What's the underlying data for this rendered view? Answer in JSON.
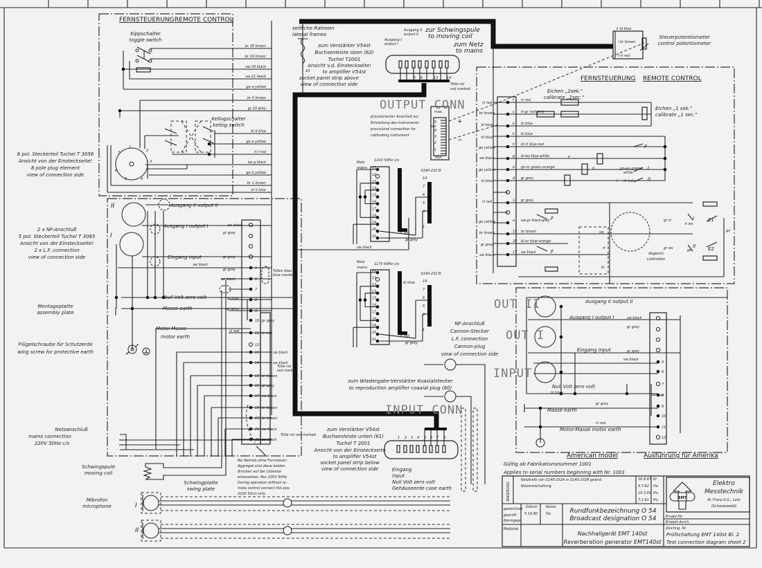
{
  "remote_left": {
    "title_de": "FERNSTEUERUNG",
    "title_en": "REMOTE CONTROL",
    "toggle_de": "Kippschalter",
    "toggle_en": "toggle switch",
    "kellog_de": "Kellogschalter",
    "kellog_en": "kellog switch",
    "wires": [
      "br 18 brown",
      "br 19 brown",
      "sw 20 black",
      "sw 21 black",
      "ge a yellow",
      "br 4 brown",
      "gr 10 grey",
      "bl d blue",
      "ge a yellow",
      "rt f red",
      "sw g black",
      "ge b yellow",
      "br 1 brown",
      "bl k blue"
    ],
    "pins": [
      "1",
      "2",
      "3",
      "4",
      "5",
      "6",
      "7"
    ]
  },
  "plug8": [
    "8 pol. Steckerteil Tuchel T 3056",
    "Ansicht von der Einsteckseite!",
    "8 pole plug element",
    "view of connection side"
  ],
  "nf_connector": [
    "2 x NF-Anschluß",
    "5 pol. Steckerteil Tuchel T 3085",
    "Ansicht von der Einsteckseite!",
    "2 x L.F. connection",
    "view of connection side"
  ],
  "assembly_plate": [
    "Montageplatte",
    "assembly plate"
  ],
  "wing_screw": [
    "Flügelschraube für Schutzerde",
    "wing screw for protective earth"
  ],
  "mains": [
    "Netzanschluß",
    "mains connection",
    "220V 50Hz c/s"
  ],
  "moving_coil": [
    "Schwingspule",
    "moving coil"
  ],
  "swing_plate": [
    "Schwingplatte",
    "swing plate"
  ],
  "microphone": {
    "de": "Mikrofon",
    "en": "microphone",
    "one": "I",
    "two": "II"
  },
  "bridge_note": [
    "Bei Betrieb ohne Fernsteuer-",
    "Aggregat sind diese beiden",
    "Brücken auf der Lötleiste",
    "einzusetzen. Nur 220V 50Hz",
    "During operation without re-",
    "mote control connect this pos.",
    "220V 50c/s only"
  ],
  "left_panel": {
    "roman_2": "II",
    "roman_1": "I",
    "output_2": "Ausgang II   output II",
    "output_1": "Ausgang I   output I",
    "input": "Eingang     input",
    "zero_volt": "Null Volt  zero volt",
    "earth": "Masse     earth",
    "motor_de": "Motor-Masse",
    "motor_en": "motor earth",
    "wire_labels": [
      "sw black",
      "gr grey",
      "gr grey",
      "sw black",
      "gr grey",
      "sw black",
      "bl blue",
      "gr grey",
      "rt red"
    ],
    "terminals": [
      "5",
      "6",
      "7",
      "8",
      "9",
      "10",
      "11",
      "12",
      "13",
      "14",
      "15",
      "16",
      "17",
      "18",
      "19",
      "20",
      "21"
    ],
    "strip_colors": [
      "gr grey",
      "rt red",
      "br brown",
      "gr grey",
      "sw black",
      "br brown",
      "br brown",
      "sw black",
      "sw black"
    ],
    "right_labels": [
      "sw black",
      "sw black"
    ],
    "tulle_blue": [
      "Tüllen blau",
      "blue marked"
    ],
    "tulle_red": [
      "Tülle rot",
      "red marked"
    ],
    "tulle_red_bottom": "Tülle rot   red marked"
  },
  "top_center": {
    "lateral": [
      "seitliche Rahmen",
      "lateral frames"
    ],
    "resistor_num": "10",
    "amp_upper": [
      "zum Verstärker V54st",
      "Buchsenleiste oben (62)",
      "Tuchel T2001",
      "Ansicht v.d. Einsteckseite!",
      "to amplifier V54st",
      "socket panel strip above",
      "view of connection side"
    ],
    "output_1": [
      "Ausgang I",
      "output I"
    ],
    "output_2": [
      "Ausgang II",
      "output II"
    ],
    "moving_coil": [
      "zur Schwingspule",
      "to moving coil"
    ],
    "mains": [
      "zum Netz",
      "to mains"
    ],
    "pin_labels": [
      "5",
      "6",
      "13",
      "14"
    ],
    "tulle": [
      "Tülle rot",
      "red marked"
    ]
  },
  "handwritten": {
    "output_conn": "OUTPUT CONN",
    "input_conn": "INPUT CONN",
    "out2": "OUT II",
    "out1": "OUT I",
    "input": "INPUT"
  },
  "meter": {
    "max": "max.",
    "scale": [
      "5",
      "4",
      "3",
      "2",
      "1"
    ],
    "sec": "sec",
    "min": "min.",
    "plus": "+",
    "minus": "−",
    "note": [
      "provisorischer Anschluß zur",
      "Einstellung des Instruments",
      "provisional connection for",
      "calibrating instrument"
    ]
  },
  "transformers": {
    "netz": [
      "Netz",
      "mains"
    ],
    "v110": "110V 50Hz c/s",
    "v117": "117V 60Hz c/s",
    "model": "S140-232 B",
    "terminals": [
      "11",
      "12",
      "13",
      "14",
      "15",
      "16",
      "17",
      "18",
      "19",
      "20",
      "21"
    ],
    "taps": [
      "14",
      "7",
      "6",
      "5",
      "3",
      "1"
    ],
    "labels": {
      "rt": "rt red",
      "gr": "gr grey",
      "sw": "sw black",
      "bl": "bl blue"
    }
  },
  "control_pot": {
    "de": "Steuerpotentiometer",
    "en": "control potentiometer",
    "wires": [
      "k  bl blue",
      "i  br brown",
      "f  rt red"
    ]
  },
  "remote_right": {
    "title_de": "FERNSTEUERUNG",
    "title_en": "REMOTE CONTROL",
    "cal2": [
      "Eichen „2sek.\"",
      "calibrate „2sec.\""
    ],
    "cal1": [
      "Eichen „1 sek.\"",
      "calibrate „1 sec.\""
    ],
    "letters": [
      "f",
      "c",
      "k",
      "k",
      "h",
      "g",
      "e",
      "d",
      "",
      "11",
      "",
      "a",
      "15",
      "16",
      "17"
    ],
    "wires": [
      "rt red",
      "rt-gr red-grey",
      "bl blue",
      "bl blue",
      "bl-rt blue-red",
      "bl-ws blue-white",
      "gn-or green-orange",
      "gr grey",
      "",
      "gr grey",
      "",
      "sw-gr black-grey",
      "br brown",
      "bl-or blue-orange",
      "sw black"
    ],
    "left_labels": [
      "rt red",
      "br brown",
      "bl blue",
      "bl blue",
      "ge yellow",
      "sw black",
      "ge yellow",
      "bl blue",
      "rt red",
      "ge yellow",
      "br brown",
      "gr grey",
      "sw black"
    ],
    "relay_labels": [
      "F",
      "II",
      "I"
    ],
    "switch_labels": [
      "F",
      "I",
      "II",
      "F",
      "F",
      "I",
      "II",
      "E1",
      "E2"
    ],
    "gn_ws": [
      "gn-ws green-",
      "white"
    ],
    "rt_red": "rt red",
    "calibration": [
      "Abgleich",
      "calibration"
    ],
    "node_labels": [
      "gr rt",
      "gr ws",
      "sw",
      "rt",
      "bl",
      "gn",
      "rt ws",
      "ge"
    ]
  },
  "lower_right": {
    "nf": [
      "NF-Anschluß",
      "Cannon-Stecker",
      "L.F. connection",
      "Cannon-plug",
      "view of connection side"
    ],
    "output_2": "Ausgang II  output II",
    "output_1": "Ausgang I  output I",
    "sw_black": "sw black",
    "gr_grey": "gr grey",
    "input": "Eingang  input",
    "zero_volt": "Null Volt  zero volt",
    "bl_blue": "bl blue",
    "earth": "Masse     earth",
    "rt_red": "rt red",
    "motor": "Motor-Masse  motor earth",
    "terminals": [
      "5",
      "6",
      "7",
      "8",
      "9",
      "10",
      "11",
      "12"
    ]
  },
  "coax": [
    "zum Wiedergabe-Verstärker Koaxialstecker",
    "to reproduction amplifier coaxial plug (60)"
  ],
  "amp_lower": {
    "lines": [
      "zum Verstärker V54st",
      "Buchsenleiste unten (61)",
      "Tuchel T 2001",
      "Ansicht von der Einsteckseite",
      "to amplifier V54st",
      "socket panel strip below",
      "view of connection side"
    ],
    "pins": [
      "1",
      "2",
      "3",
      "4",
      "5",
      "6",
      "7",
      "8"
    ],
    "callouts": [
      "Eingang",
      "input",
      "Null Volt zero volt",
      "Gehäuseerde case earth"
    ]
  },
  "model_heading": {
    "en": "American model",
    "de": "Ausführung für Amerika"
  },
  "validity": [
    "Gültig ab Fabrikationsnummer 1001",
    "Applies to serial numbers beginning with Nr. 1001"
  ],
  "title_block": {
    "change_label": "ÄNDERUNG",
    "changes": [
      "Netztrafo von S140-232A in S140-232B geänd.",
      "Netzumschaltung"
    ],
    "dates": [
      "30.8.67",
      "4.7.62",
      "10.3.61",
      "7.2.61"
    ],
    "initials": [
      "Kr",
      "Ha",
      "Hu",
      "Hu"
    ],
    "company": [
      "Elektro",
      "Messtechnik",
      "W. Franz K.G., Lahr",
      "(Schwarzwald)"
    ],
    "logo_letters": "EMT",
    "row_labels": [
      "gezeichnet",
      "geprüft",
      "Normgepr.",
      "Maßstab"
    ],
    "datum_label": "Datum",
    "datum": "5.10.60",
    "name_label": "Name",
    "name": "Ha",
    "broadcast": [
      "Rundfunkbezeichnung O 54",
      "Broadcast designation O 54"
    ],
    "replace": [
      "Ersatz für",
      "Ersetzt durch"
    ],
    "device": [
      "Nachhallgerät  EMT 140st",
      "Reverberation  generator EMT140st"
    ],
    "drawing_no_label": "Zeichng. Nr.",
    "drawing": [
      "Prüfschaltung EMT 140st Bl. 2",
      "Test connection diagram sheet 2"
    ]
  }
}
